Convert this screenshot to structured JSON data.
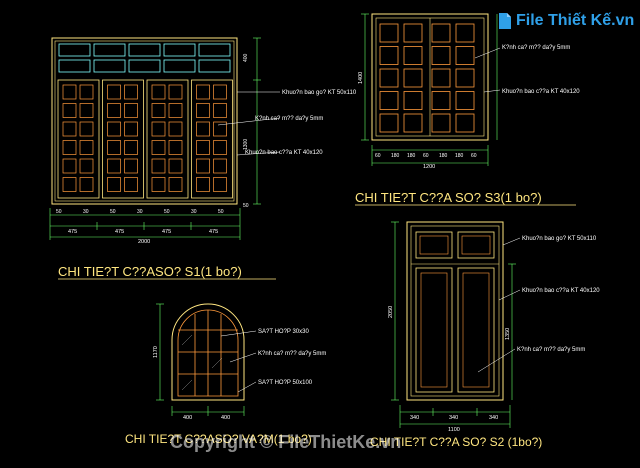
{
  "drawing": {
    "s1": {
      "title": "CHI TIE?T C??ASO? S1(1 bo?)",
      "ann_frame": "Khuo?n bao go? KT 50x110",
      "ann_glass": "K?nh ca? m?? da?y 5mm",
      "ann_leaf": "Khuo?n bao c??a KT 40x120",
      "dims_bottom": [
        "475",
        "475",
        "475",
        "475"
      ],
      "dim_total": "2000",
      "dims_small": [
        "50",
        "30",
        "50",
        "30",
        "50",
        "30",
        "50"
      ],
      "dim_top": "400",
      "dim_right": "1300",
      "dim_right2": "50"
    },
    "s3": {
      "title": "CHI TIE?T C??A SO? S3(1 bo?)",
      "ann_glass": "K?nh ca? m?? da?y 5mm",
      "ann_leaf": "Khuo?n bao c??a KT 40x120",
      "dims_bottom": [
        "60",
        "180",
        "180",
        "60",
        "180",
        "180",
        "60"
      ],
      "dim_total": "1200",
      "dim_left": "1400"
    },
    "arch": {
      "title": "CHI TIE?T C??ASO? VA?M(1 bo?)",
      "ann_1": "SA?T HO?P 30x30",
      "ann_2": "K?nh ca? m?? da?y 5mm",
      "ann_3": "SA?T HO?P 50x100",
      "dims_bottom": [
        "400",
        "400"
      ],
      "dim_left": "1170"
    },
    "s2": {
      "title": "CHI TIE?T C??A SO? S2 (1bo?)",
      "ann_frame": "Khuo?n bao go? KT 50x110",
      "ann_leaf": "Khuo?n bao c??a KT 40x120",
      "ann_glass": "K?nh ca? m?? da?y 5mm",
      "dims_bottom": [
        "340",
        "340",
        "340"
      ],
      "dim_total": "1100",
      "dim_left": "2050",
      "dim_right": "1350"
    }
  },
  "brand": {
    "name": "File Thiết Kế.vn"
  },
  "watermark": {
    "text": "Copyright © FileThietKe.vn"
  },
  "colors": {
    "frame": "#ffe680",
    "glass": "#ff9a3c",
    "transom": "#80ffff",
    "dim": "#ffffff",
    "dim_green": "#66ff66",
    "title": "#ffe680",
    "background": "#000000",
    "brand": "#2fa0e8"
  }
}
